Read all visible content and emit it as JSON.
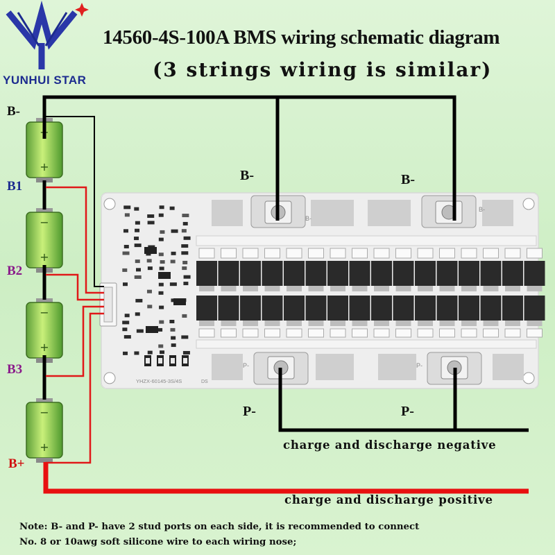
{
  "logo": {
    "brand": "YUNHUI STAR"
  },
  "header": {
    "title": "14560-4S-100A BMS wiring schematic diagram",
    "subtitle": "(3 strings wiring is similar)"
  },
  "battery": {
    "nodes": [
      "B-",
      "B1",
      "B2",
      "B3",
      "B+"
    ],
    "cell_minus": "−",
    "cell_plus": "+"
  },
  "board": {
    "terminals_top": [
      "B-",
      "B-"
    ],
    "terminals_bottom": [
      "P-",
      "P-"
    ],
    "silk_b_left": "B-",
    "silk_b_right": "B-",
    "silk_p_left": "P-",
    "silk_p_right": "P-",
    "model": "YHZX-60145-3S/4S",
    "silk_ds": "DS",
    "colors": {
      "board": "#eeeeee",
      "mosfet": "#2a2a2a",
      "stud": "#d9d9d9"
    }
  },
  "wires": {
    "negative_label": "charge and discharge negative",
    "positive_label": "charge and discharge positive",
    "colors": {
      "main": "#000000",
      "balance_red": "#e01818",
      "positive": "#e81010"
    }
  },
  "note": {
    "line1": "Note: B- and P- have 2 stud ports on each side, it is recommended to connect",
    "line2": "No. 8 or 10awg  soft silicone wire to each  wiring nose;"
  }
}
